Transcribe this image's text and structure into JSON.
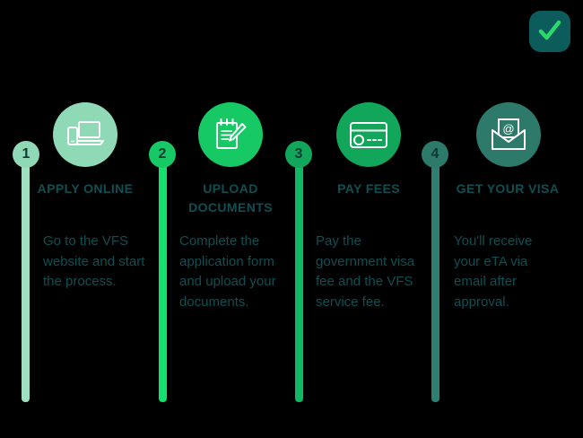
{
  "brand": {
    "logo_icon": "check-mark-logo",
    "logo_bg": "#0d5c5c",
    "logo_accent": "#2bd96b"
  },
  "palette": {
    "background": "#000000",
    "text": "#0f4f52",
    "step1": "#8fd9b6",
    "step2": "#17c964",
    "step3": "#12a65a",
    "step4": "#2d7a6a",
    "bar1": "#9fe0c0",
    "bar2": "#14e06e",
    "bar3": "#11b863",
    "bar4": "#2f7f70"
  },
  "steps": [
    {
      "number": "1",
      "icon": "devices-icon",
      "heading": "APPLY ONLINE",
      "body": "Go to the VFS website and start the process."
    },
    {
      "number": "2",
      "icon": "notepad-pencil-icon",
      "heading": "UPLOAD DOCUMENTS",
      "body": "Complete the application form and upload your documents."
    },
    {
      "number": "3",
      "icon": "credit-card-icon",
      "heading": "PAY FEES",
      "body": "Pay the government visa fee and the VFS service fee."
    },
    {
      "number": "4",
      "icon": "email-envelope-icon",
      "heading": "GET YOUR VISA",
      "body": "You'll receive your eTA via email after approval."
    }
  ]
}
